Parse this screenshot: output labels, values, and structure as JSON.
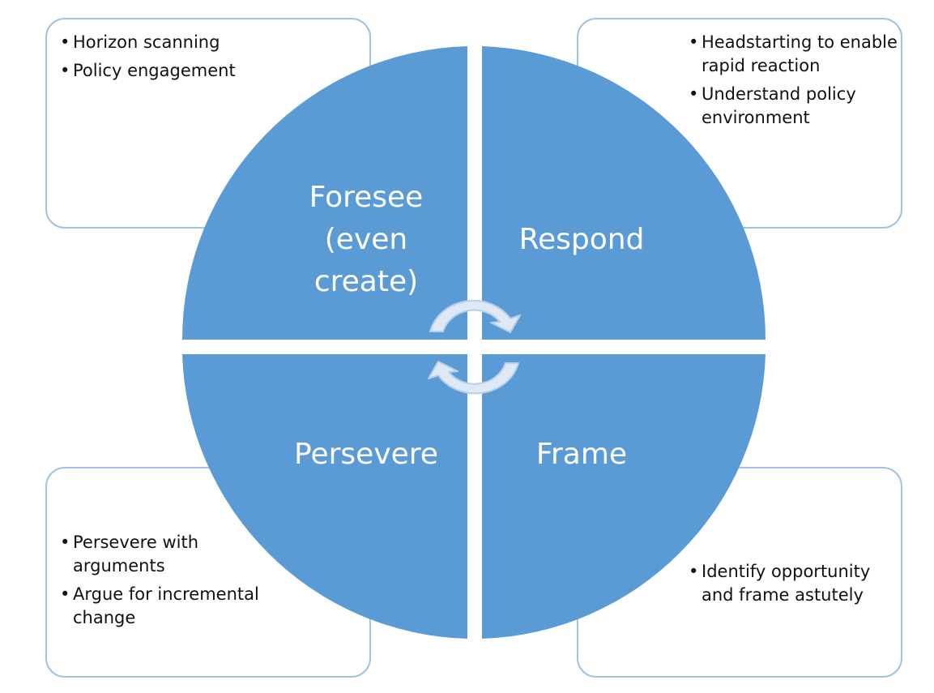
{
  "quadrants": {
    "top_left": {
      "label": "Foresee (even create)",
      "color": "#5b9bd5",
      "bullets": [
        "Horizon scanning",
        "Policy engagement"
      ]
    },
    "top_right": {
      "label": "Respond",
      "color": "#5b9bd5",
      "bullets": [
        "Headstarting to enable rapid reaction",
        "Understand policy environment"
      ]
    },
    "bottom_left": {
      "label": "Persevere",
      "color": "#5b9bd5",
      "bullets": [
        "Persevere with arguments",
        "Argue for incremental change"
      ]
    },
    "bottom_right": {
      "label": "Frame",
      "color": "#5b9bd5",
      "bullets": [
        "Identify opportunity and frame astutely"
      ]
    }
  },
  "card_border_color": "#9fc3e2",
  "cycle_arrows": [
    "clockwise-arrow-icon",
    "clockwise-arrow-icon"
  ]
}
